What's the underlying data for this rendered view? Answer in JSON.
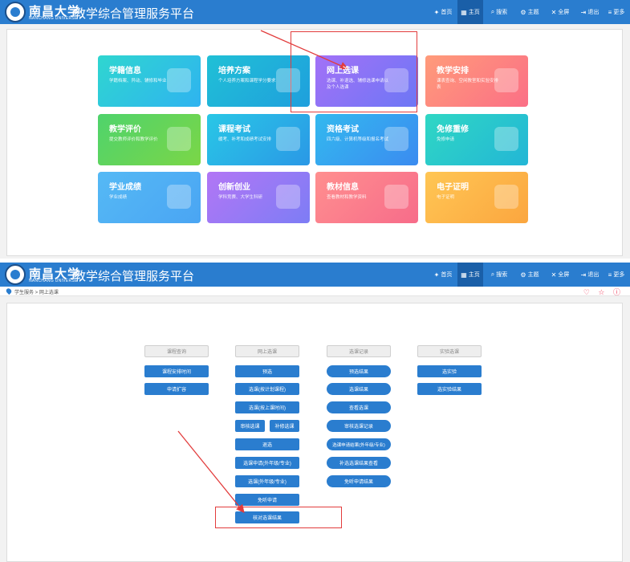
{
  "header": {
    "university_cn": "南昌大学",
    "university_en": "NANCHANG UNIVERSITY",
    "platform": "教学综合管理服务平台"
  },
  "nav": [
    {
      "icon": "home-icon",
      "glyph": "✦",
      "label": "首页"
    },
    {
      "icon": "grid-icon",
      "glyph": "▦",
      "label": "主页"
    },
    {
      "icon": "search-icon",
      "glyph": "⌕",
      "label": "搜索"
    },
    {
      "icon": "gear-icon",
      "glyph": "⚙",
      "label": "主题"
    },
    {
      "icon": "close-icon",
      "glyph": "✕",
      "label": "全屏"
    },
    {
      "icon": "logout-icon",
      "glyph": "⇥",
      "label": "退出"
    },
    {
      "icon": "menu-icon",
      "glyph": "≡",
      "label": "更多"
    }
  ],
  "tiles": [
    {
      "title": "学籍信息",
      "desc": "学籍档案、异动、辅修和毕业"
    },
    {
      "title": "培养方案",
      "desc": "个人培养方案和课程学分要求"
    },
    {
      "title": "网上选课",
      "desc": "选课、补退选、辅修选课申请以及个人选课"
    },
    {
      "title": "教学安排",
      "desc": "课表查询、空闲教室和实验安排表"
    },
    {
      "title": "教学评价",
      "desc": "提交教师评价和教学评价"
    },
    {
      "title": "课程考试",
      "desc": "缓考、补考和成绩考试安排"
    },
    {
      "title": "资格考试",
      "desc": "四六级、计算机等级和报名考试"
    },
    {
      "title": "免修重修",
      "desc": "免修申请"
    },
    {
      "title": "学业成绩",
      "desc": "学业成绩"
    },
    {
      "title": "创新创业",
      "desc": "学科竞赛、大学生科研"
    },
    {
      "title": "教材信息",
      "desc": "查看教材和教学资料"
    },
    {
      "title": "电子证明",
      "desc": "电子证明"
    }
  ],
  "breadcrumb": "学生服务 > 网上选课",
  "crumb_icons": "♡ ☆ ⓘ",
  "columns": [
    {
      "header": "课程查询",
      "items": [
        "课程安排时间",
        "申请扩容"
      ]
    },
    {
      "header": "网上选课",
      "items": [
        "预选",
        "选课(按计划课程)",
        "选课(按上课时间)",
        "审核选课",
        "补修选课",
        "退选",
        "选课申请(外年级/专业)",
        "选课(外年级/专业)",
        "免听申请",
        "核对选课结果"
      ]
    },
    {
      "header": "选课记录",
      "items": [
        "预选结果",
        "选课结果",
        "查看选课",
        "审核选课记录",
        "选课申请结果(外年级/专业)",
        "补选选课结果查看",
        "免听申请结果"
      ]
    },
    {
      "header": "实验选课",
      "items": [
        "选实验",
        "选实验结果"
      ]
    }
  ]
}
